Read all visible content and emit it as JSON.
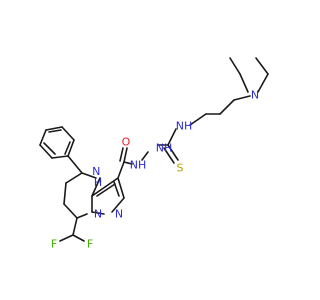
{
  "molecule": {
    "atoms": {
      "n_diethyl": "N",
      "n_thioamide": "NH",
      "n_hydrazide_upper": "NH",
      "n_hydrazide_lower": "NH",
      "sulfur": "S",
      "oxygen": "O",
      "n_ring_nh": "N\nH",
      "n_pyrazole_1": "N",
      "n_pyrazole_2": "N",
      "fluorine_1": "F",
      "fluorine_2": "F"
    },
    "colors": {
      "nitrogen": "#2b2bd8",
      "oxygen": "#e02020",
      "sulfur": "#b8a000",
      "fluorine": "#44b000",
      "bond": "#1a1a1a"
    }
  }
}
